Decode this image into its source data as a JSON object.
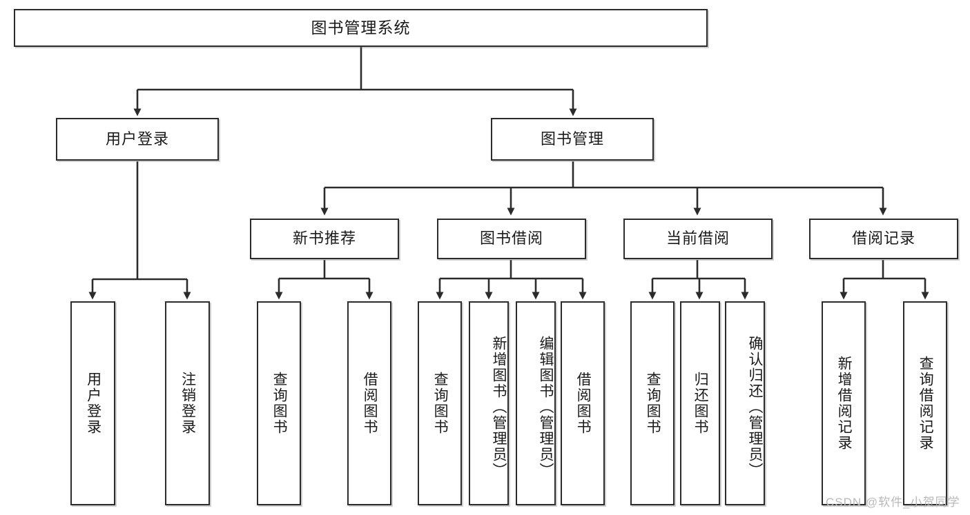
{
  "diagram": {
    "title": "图书管理系统",
    "watermark": "CSDN @软件_小贺同学",
    "stroke_color": "#2b2b2b",
    "background_color": "#ffffff",
    "nodes": {
      "root": "图书管理系统",
      "level2": {
        "user_login": "用户登录",
        "book_manage": "图书管理"
      },
      "level3": {
        "new_book_recommend": "新书推荐",
        "book_borrow": "图书借阅",
        "current_borrow": "当前借阅",
        "borrow_record": "借阅记录"
      },
      "leaves": {
        "user_login_children": [
          "用户登录",
          "注销登录"
        ],
        "new_book_recommend_children": [
          "查询图书",
          "借阅图书"
        ],
        "book_borrow_children": [
          "查询图书",
          "新增图书（管理员）",
          "编辑图书（管理员）",
          "借阅图书"
        ],
        "current_borrow_children": [
          "查询图书",
          "归还图书",
          "确认归还（管理员）"
        ],
        "borrow_record_children": [
          "新增借阅记录",
          "查询借阅记录"
        ]
      }
    }
  }
}
